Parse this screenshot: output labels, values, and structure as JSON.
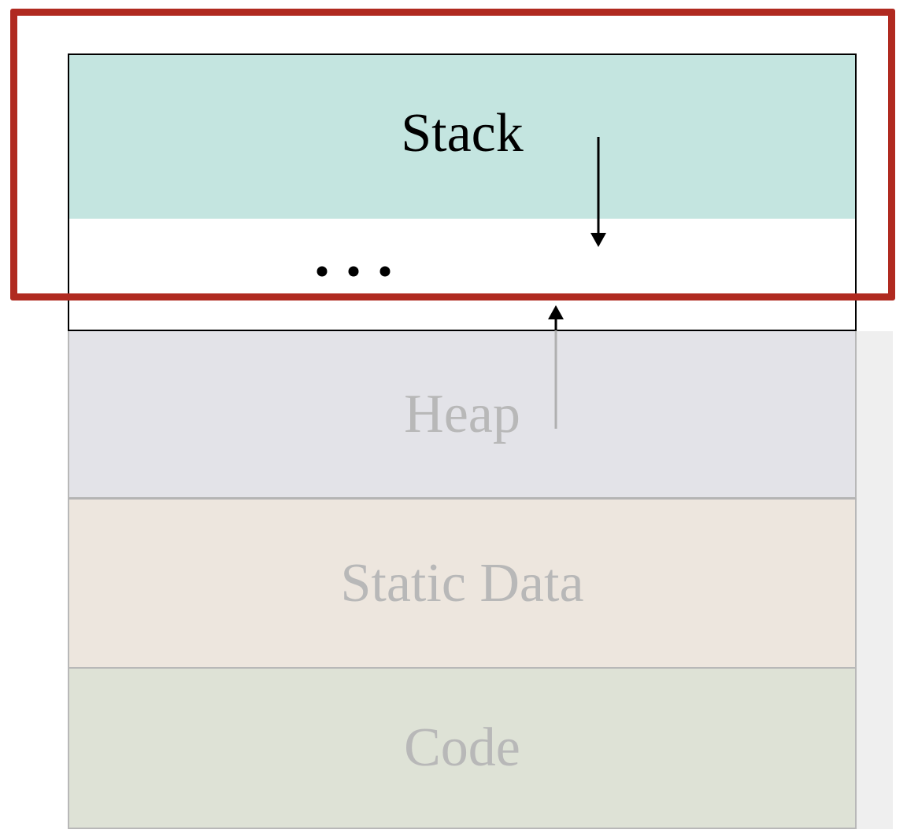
{
  "segments": {
    "stack": "Stack",
    "heap": "Heap",
    "static_data": "Static Data",
    "code": "Code"
  },
  "colors": {
    "stack_fill": "#c4e5e0",
    "heap_fill": "#e3e3e8",
    "static_fill": "#ede6de",
    "code_fill": "#dee2d6",
    "highlight_border": "#b02a20",
    "dimmed_text": "#b8b8b8"
  },
  "icons": {
    "gap_marker": "ellipsis",
    "stack_growth": "arrow-down",
    "heap_growth": "arrow-up"
  }
}
